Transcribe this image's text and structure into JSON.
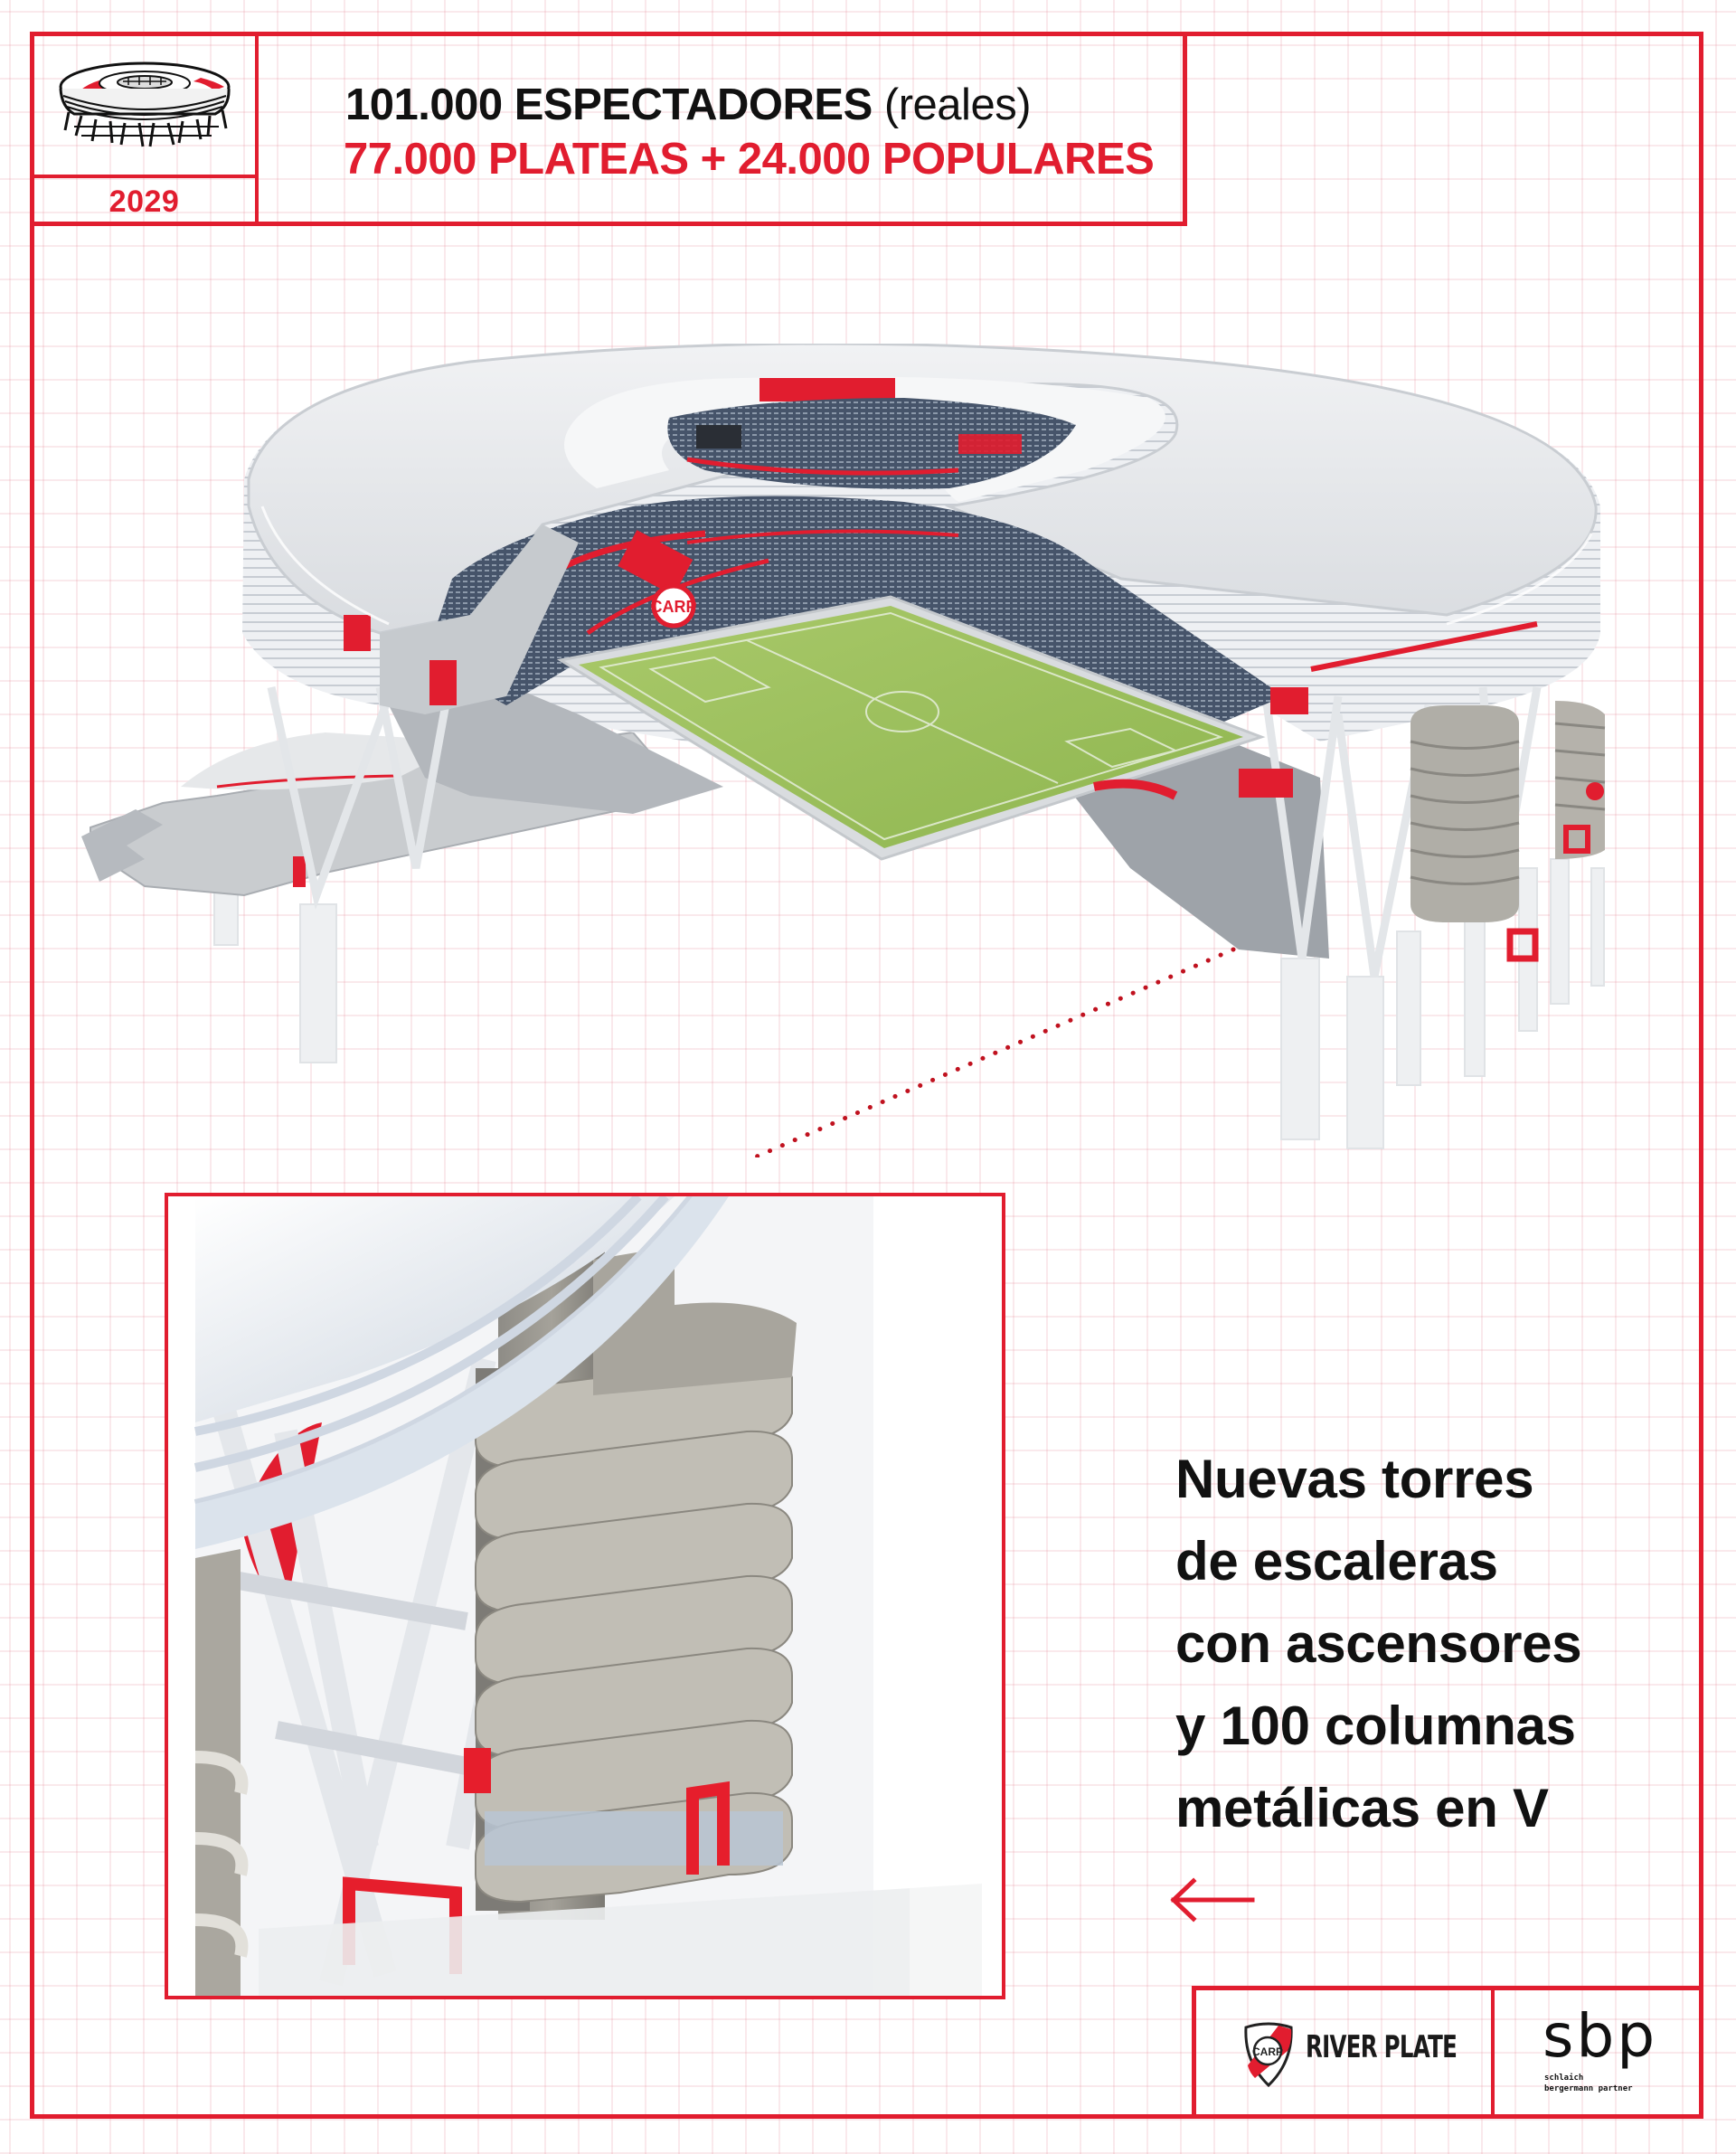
{
  "header": {
    "year": "2029",
    "capacity_main": "101.000 ESPECTADORES",
    "capacity_note": "(reales)",
    "capacity_breakdown": "77.000 PLATEAS + 24.000 POPULARES",
    "icon": "stadium-sketch-icon"
  },
  "detail": {
    "caption_lines": [
      "Nuevas torres",
      "de escaleras",
      "con ascensores",
      "y 100 columnas",
      "metálicas en V"
    ],
    "arrow_icon": "arrow-left-icon"
  },
  "footer": {
    "club_name": "RIVER PLATE",
    "club_crest": "river-plate-crest-icon",
    "partner_logo": "sbp",
    "partner_sub_line1": "schlaich",
    "partner_sub_line2": "bergermann partner"
  },
  "colors": {
    "accent_red": "#e11d2f",
    "text_dark": "#111111",
    "grid_line": "#f4dde1",
    "pitch_green": "#9cc05a",
    "roof_grey": "#e7e9ec",
    "seat_dark": "#3a4756",
    "tower_concrete": "#b9b6ad"
  }
}
